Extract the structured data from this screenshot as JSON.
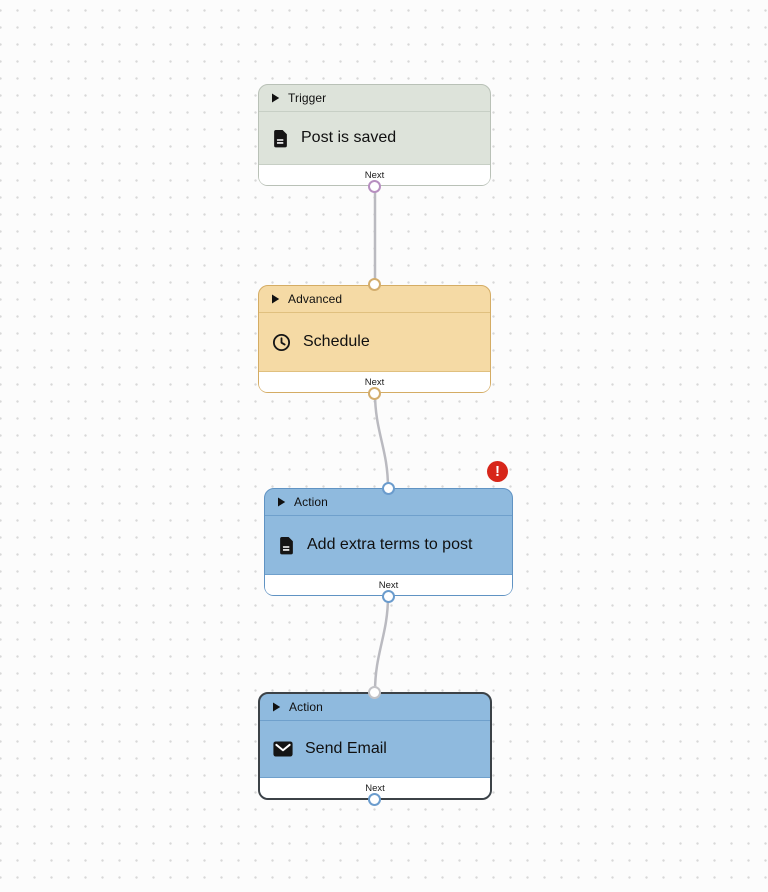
{
  "canvas": {
    "background": "#fcfcfc",
    "dot_color": "#d8d8d8",
    "wire_color": "#babac0"
  },
  "nodes": [
    {
      "category": "Trigger",
      "title": "Post is saved",
      "next_label": "Next",
      "icon": "document-icon",
      "colors": {
        "fill": "#dde3da",
        "border": "#b9c1b7",
        "port": "#b78fc0"
      }
    },
    {
      "category": "Advanced",
      "title": "Schedule",
      "next_label": "Next",
      "icon": "clock-icon",
      "colors": {
        "fill": "#f5daa5",
        "border": "#d4ac64",
        "port": "#d3ad6d"
      }
    },
    {
      "category": "Action",
      "title": "Add extra terms to post",
      "next_label": "Next",
      "icon": "document-icon",
      "has_error": true,
      "colors": {
        "fill": "#8fbade",
        "border": "#6093c3",
        "port": "#6b9ccd"
      }
    },
    {
      "category": "Action",
      "title": "Send Email",
      "next_label": "Next",
      "icon": "envelope-icon",
      "selected": true,
      "colors": {
        "fill": "#8fbade",
        "border": "#3c4247",
        "port": "#6b9ccd",
        "input_port": "#c3c3c7"
      }
    }
  ],
  "error_badge": {
    "symbol": "!",
    "color": "#d7261a"
  }
}
